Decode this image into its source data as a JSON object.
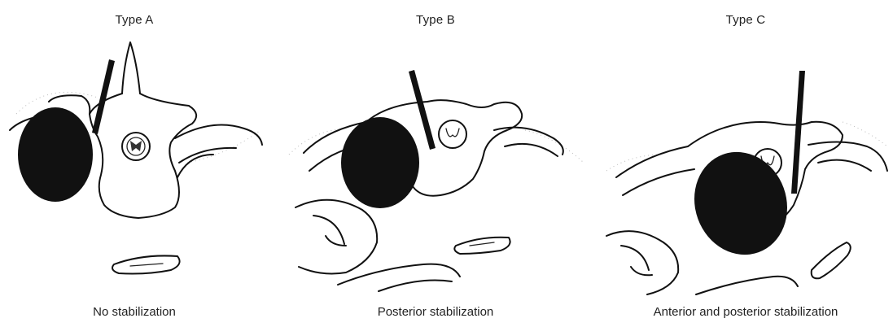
{
  "panels": [
    {
      "title": "Type A",
      "caption": "No stabilization"
    },
    {
      "title": "Type B",
      "caption": "Posterior stabilization"
    },
    {
      "title": "Type C",
      "caption": "Anterior and posterior stabilization"
    }
  ],
  "colors": {
    "mass": "#111111",
    "line": "#111111",
    "background": "#ffffff"
  }
}
